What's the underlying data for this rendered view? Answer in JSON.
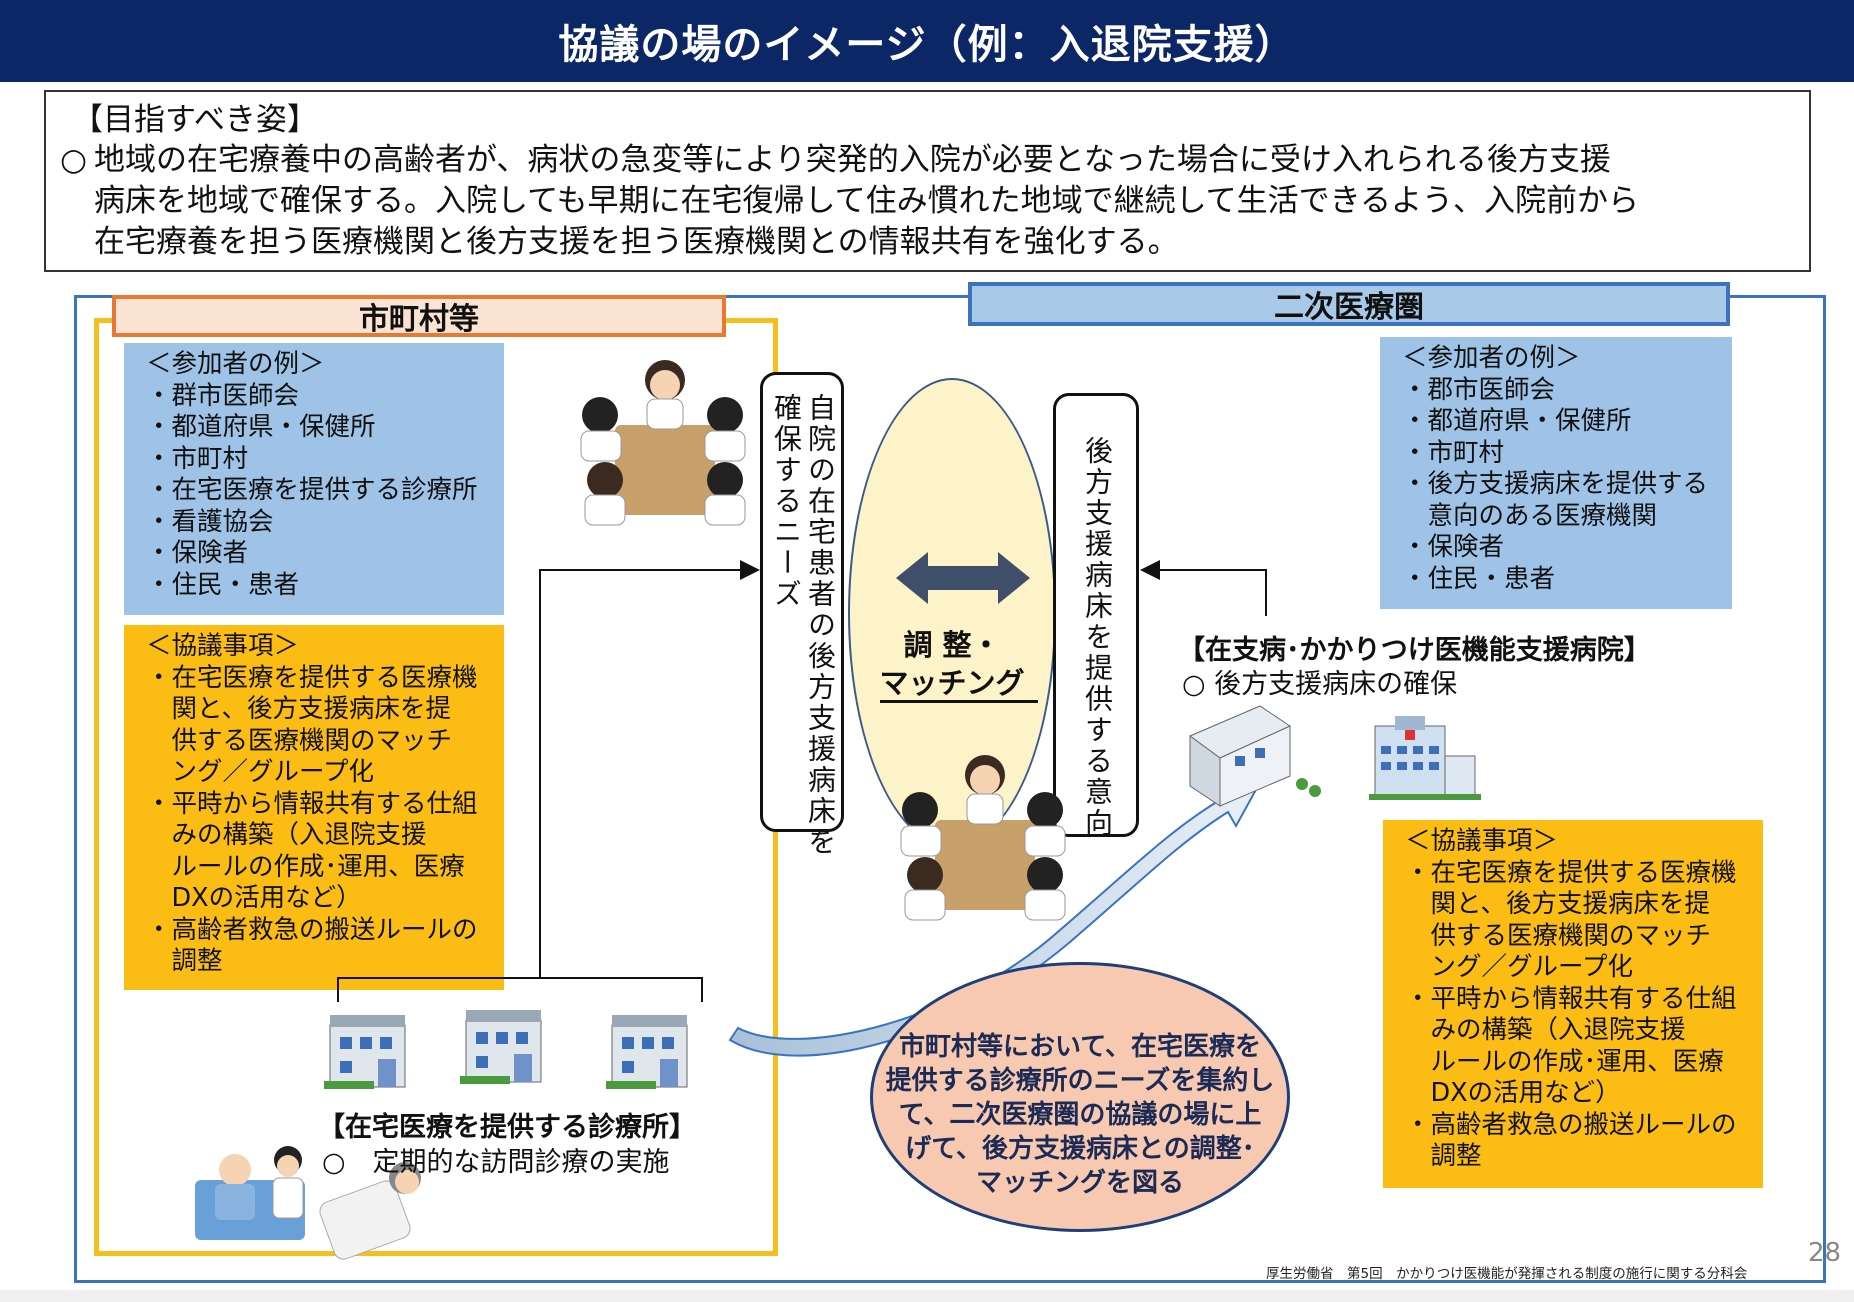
{
  "title": "協議の場のイメージ（例：入退院支援）",
  "goal": {
    "heading": "【目指すべき姿】",
    "bullet": "○",
    "lines": [
      "地域の在宅療養中の高齢者が、病状の急変等により突発的入院が必要となった場合に受け入れられる後方支援",
      "病床を地域で確保する。入院しても早期に在宅復帰して住み慣れた地域で継続して生活できるよう、入院前から",
      "在宅療養を担う医療機関と後方支援を担う医療機関との情報共有を強化する。"
    ]
  },
  "municipality": {
    "header": "市町村等",
    "participants": [
      "＜参加者の例＞",
      "・群市医師会",
      "・都道府県・保健所",
      "・市町村",
      "・在宅医療を提供する診療所",
      "・看護協会",
      "・保険者",
      "・住民・患者"
    ],
    "agenda": [
      "＜協議事項＞",
      "・在宅医療を提供する医療機",
      "　関と、後方支援病床を提",
      "　供する医療機関のマッチ",
      "　ング／グループ化",
      "・平時から情報共有する仕組",
      "　みの構築（入退院支援",
      "　ルールの作成･運用、医療",
      "　DXの活用など）",
      "・高齢者救急の搬送ルールの",
      "　調整"
    ],
    "clinic_title": "【在宅医療を提供する診療所】",
    "clinic_item": "○　定期的な訪問診療の実施"
  },
  "center": {
    "needs_columns": [
      "自院の在宅患者の後方支援病床を",
      "確保するニーズ"
    ],
    "intent": "後方支援病床を提供する意向",
    "coordination": [
      "調 整・",
      "マッチング"
    ],
    "callout": [
      "市町村等において、在宅医療を",
      "提供する診療所のニーズを集約し",
      "て、二次医療圏の協議の場に上",
      "げて、後方支援病床との調整･",
      "マッチングを図る"
    ]
  },
  "region": {
    "header": "二次医療圏",
    "participants": [
      "＜参加者の例＞",
      "・郡市医師会",
      "・都道府県・保健所",
      "・市町村",
      "・後方支援病床を提供する",
      "　意向のある医療機関",
      "・保険者",
      "・住民・患者"
    ],
    "hospital_title": "【在支病･かかりつけ医機能支援病院】",
    "hospital_item": "○ 後方支援病床の確保",
    "agenda": [
      "＜協議事項＞",
      "・在宅医療を提供する医療機",
      "　関と、後方支援病床を提",
      "　供する医療機関のマッチ",
      "　ング／グループ化",
      "・平時から情報共有する仕組",
      "　みの構築（入退院支援",
      "　ルールの作成･運用、医療",
      "　DXの活用など）",
      "・高齢者救急の搬送ルールの",
      "　調整"
    ]
  },
  "footer": {
    "source": "厚生労働省　第5回　かかりつけ医機能が発揮される制度の施行に関する分科会",
    "page": "28"
  },
  "colors": {
    "title_bar": "#0c2766",
    "blue_box": "#9fc3e7",
    "orange_box": "#fbbd14",
    "frame_blue": "#3a74c0",
    "frame_yellow": "#f5bf1e",
    "callout_fill": "#f7c9b0"
  }
}
